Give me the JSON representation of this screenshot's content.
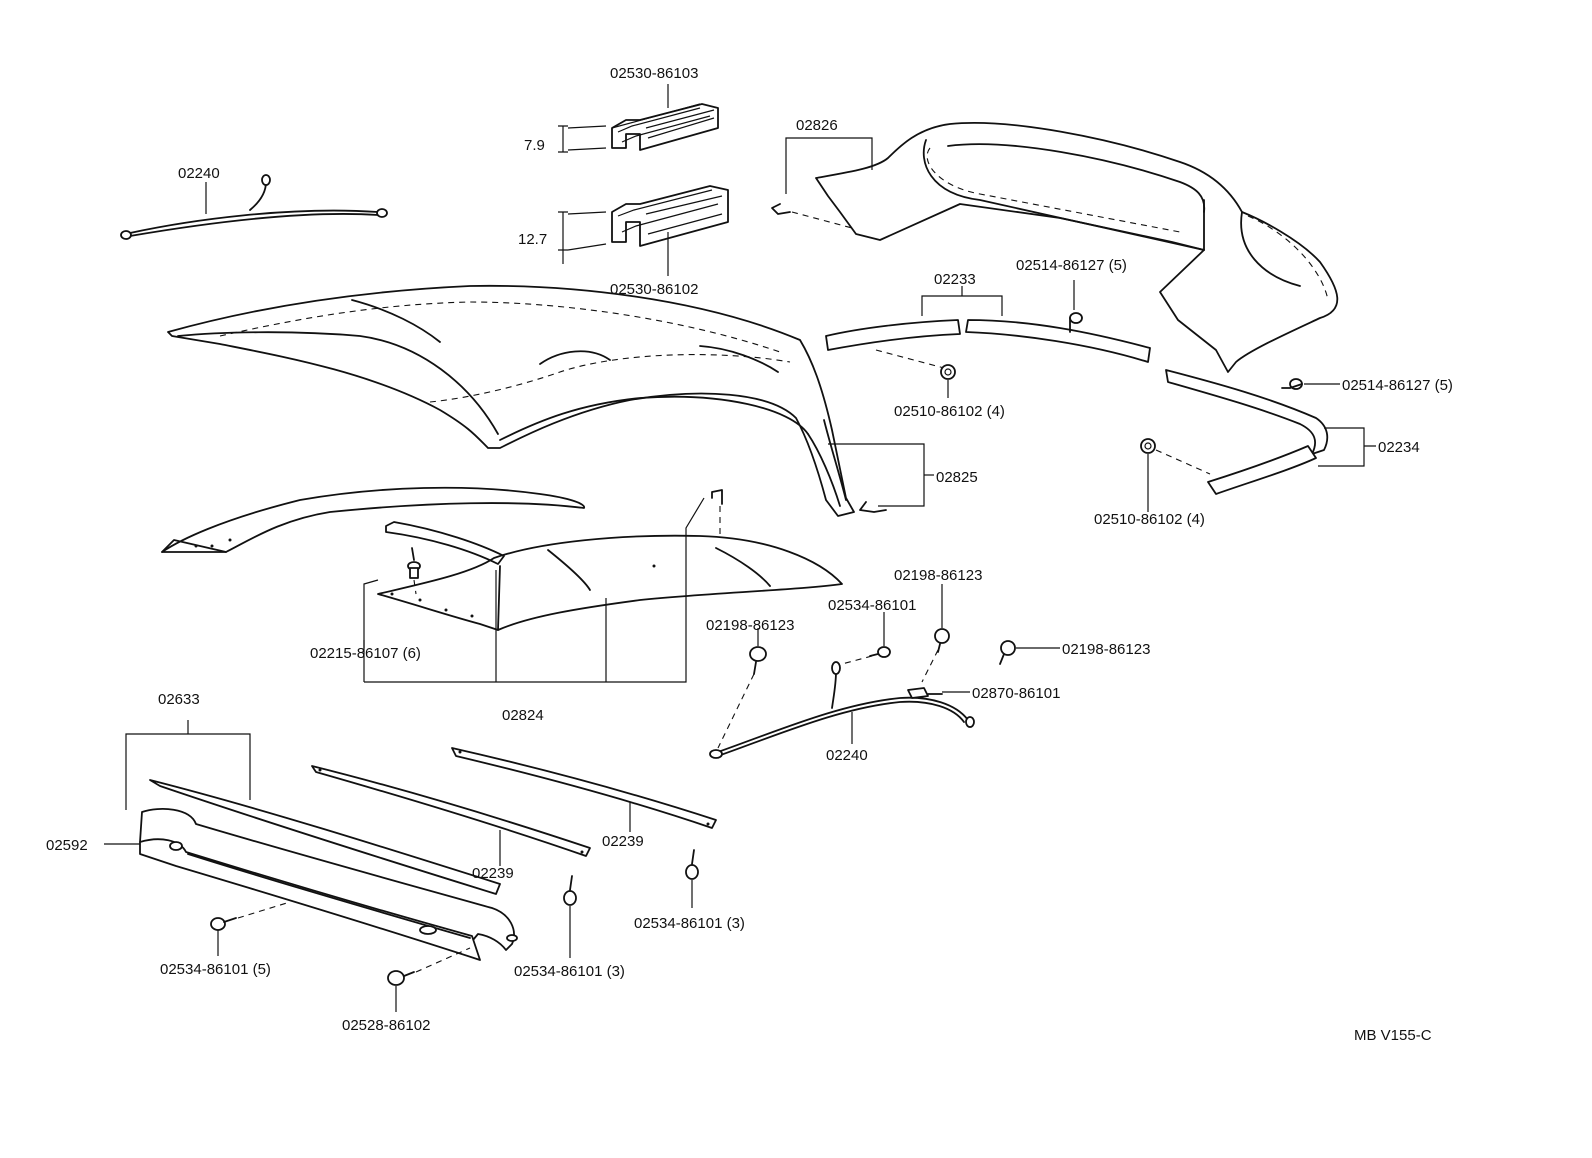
{
  "labels": {
    "p02530_86103": "02530-86103",
    "dim_7_9": "7.9",
    "dim_12_7": "12.7",
    "p02530_86102": "02530-86102",
    "p02240_top": "02240",
    "p02826": "02826",
    "p02233": "02233",
    "p02514_86127_a": "02514-86127 (5)",
    "p02514_86127_b": "02514-86127 (5)",
    "p02510_86102_a": "02510-86102 (4)",
    "p02510_86102_b": "02510-86102 (4)",
    "p02234": "02234",
    "p02825": "02825",
    "p02215_86107": "02215-86107 (6)",
    "p02824": "02824",
    "p02633": "02633",
    "p02592": "02592",
    "p02239_a": "02239",
    "p02239_b": "02239",
    "p02534_86101_a": "02534-86101",
    "p02534_86101_b": "02534-86101 (3)",
    "p02534_86101_c": "02534-86101 (3)",
    "p02534_86101_d": "02534-86101 (5)",
    "p02198_86123_a": "02198-86123",
    "p02198_86123_b": "02198-86123",
    "p02198_86123_c": "02198-86123",
    "p02870_86101": "02870-86101",
    "p02240_bottom": "02240",
    "p02528_86102": "02528-86102",
    "ref_code": "MB V155-C"
  }
}
